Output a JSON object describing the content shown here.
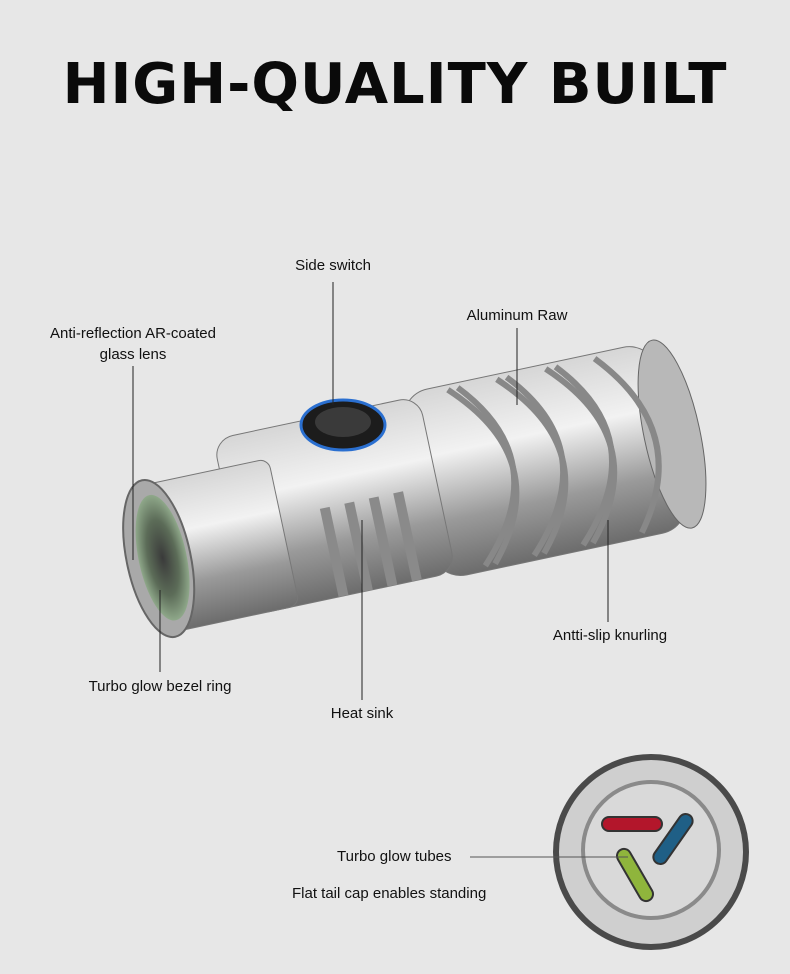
{
  "title": "HIGH-QUALITY BUILT",
  "labels": {
    "side_switch": "Side switch",
    "aluminum": "Aluminum Raw",
    "lens_line1": "Anti-reflection AR-coated",
    "lens_line2": "glass lens",
    "bezel": "Turbo glow bezel ring",
    "heat_sink": "Heat sink",
    "knurling": "Antti-slip knurling",
    "tubes": "Turbo glow tubes",
    "tail_cap": "Flat tail cap enables standing"
  },
  "colors": {
    "background": "#e7e7e7",
    "tube_red": "#b3162b",
    "tube_blue": "#1f5f86",
    "tube_green": "#8fb53c",
    "switch_ring": "#2a6fd0"
  }
}
